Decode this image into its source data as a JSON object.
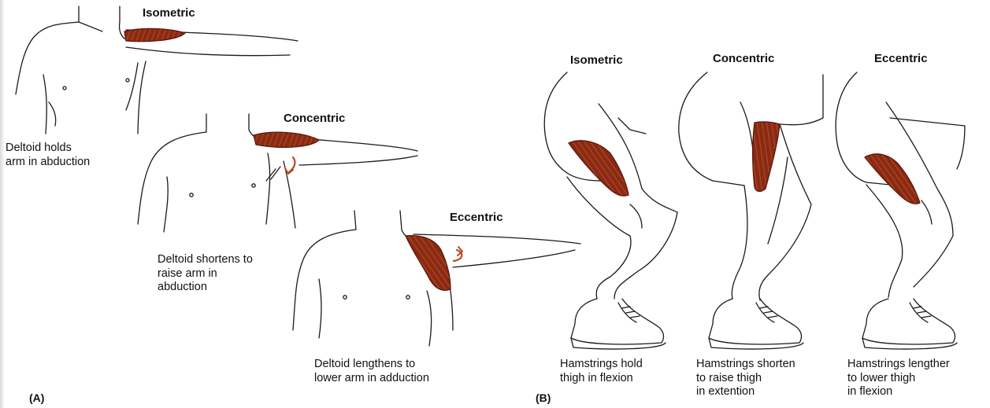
{
  "panel_a": {
    "label": "(A)",
    "isometric": {
      "title": "Isometric",
      "caption": [
        "Deltoid holds",
        "arm in abduction"
      ]
    },
    "concentric": {
      "title": "Concentric",
      "caption": [
        "Deltoid shortens to",
        "raise arm in",
        "abduction"
      ]
    },
    "eccentric": {
      "title": "Eccentric",
      "caption": [
        "Deltoid lengthens to",
        "lower arm in adduction"
      ]
    }
  },
  "panel_b": {
    "label": "(B)",
    "isometric": {
      "title": "Isometric",
      "caption": [
        "Hamstrings hold",
        "thigh in flexion"
      ]
    },
    "concentric": {
      "title": "Concentric",
      "caption": [
        "Hamstrings shorten",
        "to raise thigh",
        "in extention"
      ]
    },
    "eccentric": {
      "title": "Eccentric",
      "caption": [
        "Hamstrings lengther",
        "to lower thigh",
        "in flexion"
      ]
    }
  },
  "colors": {
    "muscle": "#8a2a12",
    "muscle_stripe": "#c25a35",
    "arrow": "#c0441b",
    "line": "#1a1a1a"
  }
}
